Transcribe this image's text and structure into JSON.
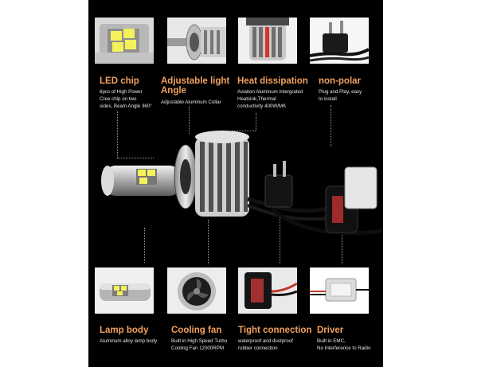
{
  "colors": {
    "background": "#000000",
    "title_accent": "#f2a15e",
    "description": "#e6e6e6",
    "page": "#ffffff"
  },
  "features_top": [
    {
      "title": "LED chip",
      "lines": [
        "6pcs of High Power",
        "Cree chip on two",
        "sides, Beam Angle 360°"
      ],
      "icon": "led-chip-icon"
    },
    {
      "title": "Adjustable light",
      "title2": "Angle",
      "lines": [
        "Adjustable Aluminum Collar"
      ],
      "icon": "collar-icon"
    },
    {
      "title": "Heat dissipation",
      "lines": [
        "Aviation Aluminum Intergrated",
        "Heatsink,Thermal",
        "conductivity 400W/MK"
      ],
      "icon": "heatsink-icon"
    },
    {
      "title": "non-polar",
      "lines": [
        "Plug and Play, easy",
        "to install"
      ],
      "icon": "plug-icon"
    }
  ],
  "features_bottom": [
    {
      "title": "Lamp body",
      "lines": [
        "Aluminum alloy lamp body"
      ],
      "icon": "lamp-body-icon"
    },
    {
      "title": "Cooling fan",
      "lines": [
        "Built in High Speed Turbo",
        "Cooling Fan 12000RPM"
      ],
      "icon": "fan-icon"
    },
    {
      "title": "Tight connection",
      "lines": [
        "waterproof and dustproof",
        "rubber connection"
      ],
      "icon": "connector-icon"
    },
    {
      "title": "Driver",
      "lines": [
        "Built in EMC,",
        "No Interference to Radio"
      ],
      "icon": "driver-icon"
    }
  ]
}
